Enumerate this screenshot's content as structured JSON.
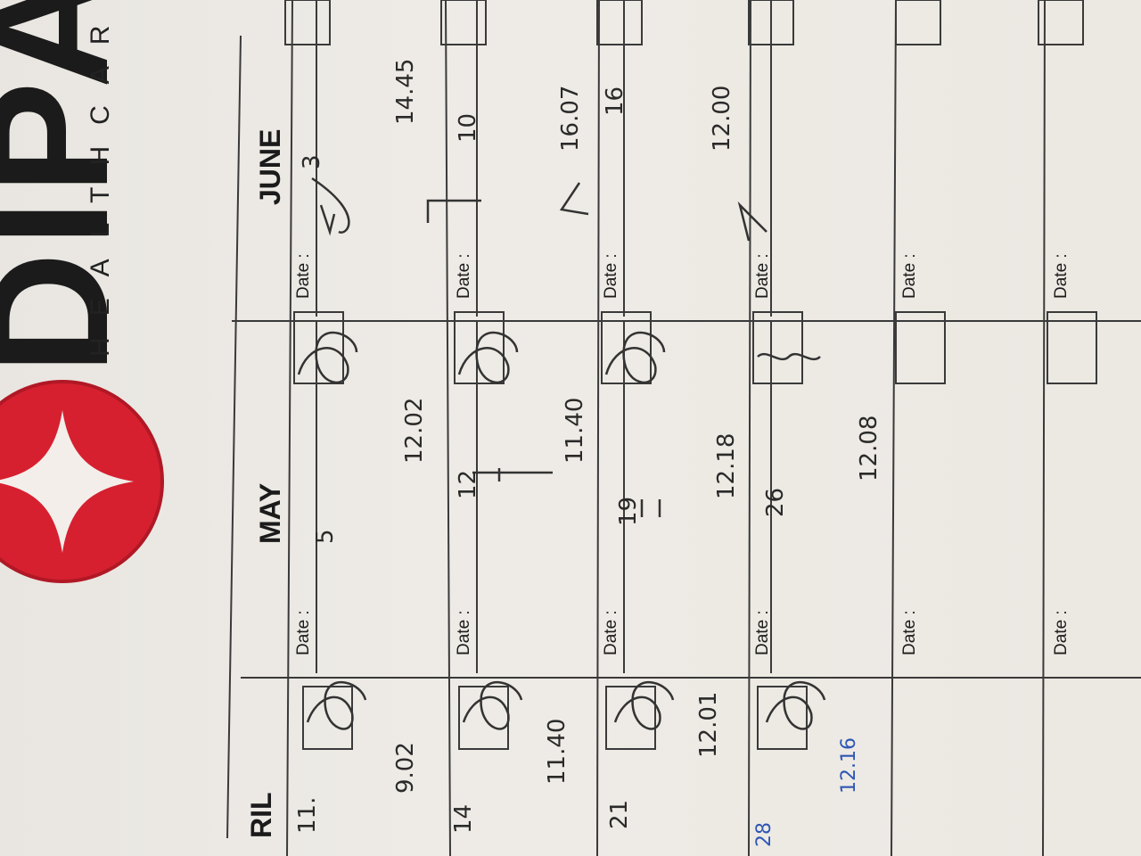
{
  "brand": {
    "name": "DIPA",
    "tagline": "HEALTHCAR"
  },
  "months": [
    "RIL",
    "MAY",
    "JUNE"
  ],
  "date_label": "Date :",
  "april": {
    "rows": [
      {
        "date": "11.",
        "time": "9.02"
      },
      {
        "date": "14",
        "time": "11.40"
      },
      {
        "date": "21",
        "time": "12.01"
      },
      {
        "date": "28",
        "time": "12.16"
      }
    ]
  },
  "may": {
    "rows": [
      {
        "date": "5",
        "time": "12.02"
      },
      {
        "date": "12",
        "time": "11.40"
      },
      {
        "date": "19",
        "time": "12.18"
      },
      {
        "date": "26",
        "time": "12.08"
      }
    ]
  },
  "june": {
    "rows": [
      {
        "date": "3",
        "time": "14.45"
      },
      {
        "date": "10",
        "time": "16.07"
      },
      {
        "date": "16",
        "time": "12.00"
      }
    ]
  },
  "colors": {
    "brand_red": "#d62030",
    "ink": "#2a2a2a",
    "blue_ink": "#2d57b5",
    "paper": "#ece9e4",
    "lines": "#3a3a3a"
  }
}
